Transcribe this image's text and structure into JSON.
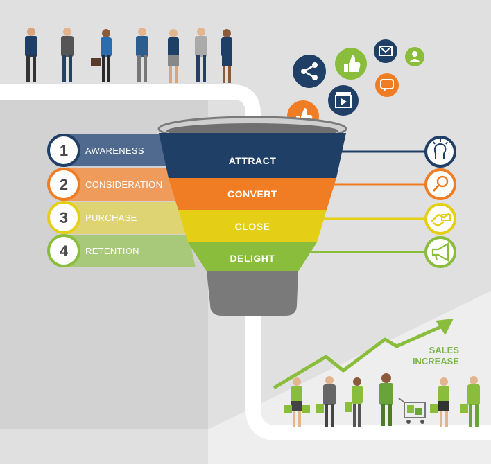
{
  "colors": {
    "background": "#e0e0e0",
    "road": "#ffffff",
    "awareness": "#1f3f66",
    "consideration": "#f07d23",
    "purchase": "#e4cf16",
    "retention": "#8bbd3c",
    "funnel_spout": "#7a7a7a",
    "growth_arrow": "#8bbd3c"
  },
  "funnel": {
    "stages": [
      {
        "label": "ATTRACT",
        "icon": "lightbulb-head-icon"
      },
      {
        "label": "CONVERT",
        "icon": "magnifier-icon"
      },
      {
        "label": "CLOSE",
        "icon": "handshake-deal-icon"
      },
      {
        "label": "DELIGHT",
        "icon": "megaphone-icon"
      }
    ]
  },
  "steps": [
    {
      "number": "1",
      "label": "AWARENESS"
    },
    {
      "number": "2",
      "label": "CONSIDERATION"
    },
    {
      "number": "3",
      "label": "PURCHASE"
    },
    {
      "number": "4",
      "label": "RETENTION"
    }
  ],
  "social_icons": [
    "share-icon",
    "thumbs-up-icon",
    "mail-icon",
    "user-icon",
    "chat-icon",
    "video-icon",
    "thumbs-up-icon"
  ],
  "sales": {
    "line1": "SALES",
    "line2": "INCREASE"
  }
}
